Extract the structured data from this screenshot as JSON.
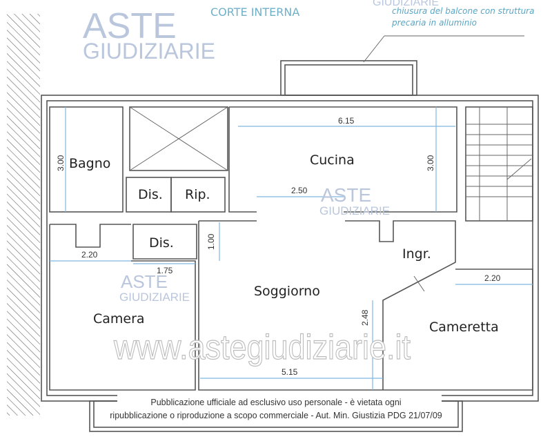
{
  "header": {
    "court_label": "CORTE INTERNA",
    "note_line1": "chiusura del balcone con struttura",
    "note_line2": "precaria in alluminio",
    "note_cut": "GIUDIZIARIE"
  },
  "rooms": {
    "bagno": "Bagno",
    "dis1": "Dis.",
    "rip": "Rip.",
    "cucina": "Cucina",
    "dis2": "Dis.",
    "camera": "Camera",
    "soggiorno": "Soggiorno",
    "ingr": "Ingr.",
    "cameretta": "Cameretta"
  },
  "dimensions": {
    "bagno_h": "3.00",
    "cucina_w": "6.15",
    "cucina_h": "3.00",
    "cucina_inner": "2.50",
    "dis_h": "1.00",
    "camera_w": "2.20",
    "dis_w": "1.75",
    "soggiorno_h": "2.48",
    "soggiorno_w": "5.15",
    "cameretta_w": "2.20"
  },
  "watermark": {
    "logo_top": "ASTE",
    "logo_bottom": "GIUDIZIARIE",
    "url": "www.astegiudiziarie.it"
  },
  "disclaimer": {
    "line1": "Pubblicazione ufficiale ad esclusivo uso personale - è vietata ogni",
    "line2": "ripubblicazione o riproduzione a scopo commerciale - Aut. Min. Giustizia PDG 21/07/09"
  },
  "colors": {
    "dimension": "#7fb8e0",
    "wall": "#555555",
    "watermark": "#b9c6dc"
  }
}
